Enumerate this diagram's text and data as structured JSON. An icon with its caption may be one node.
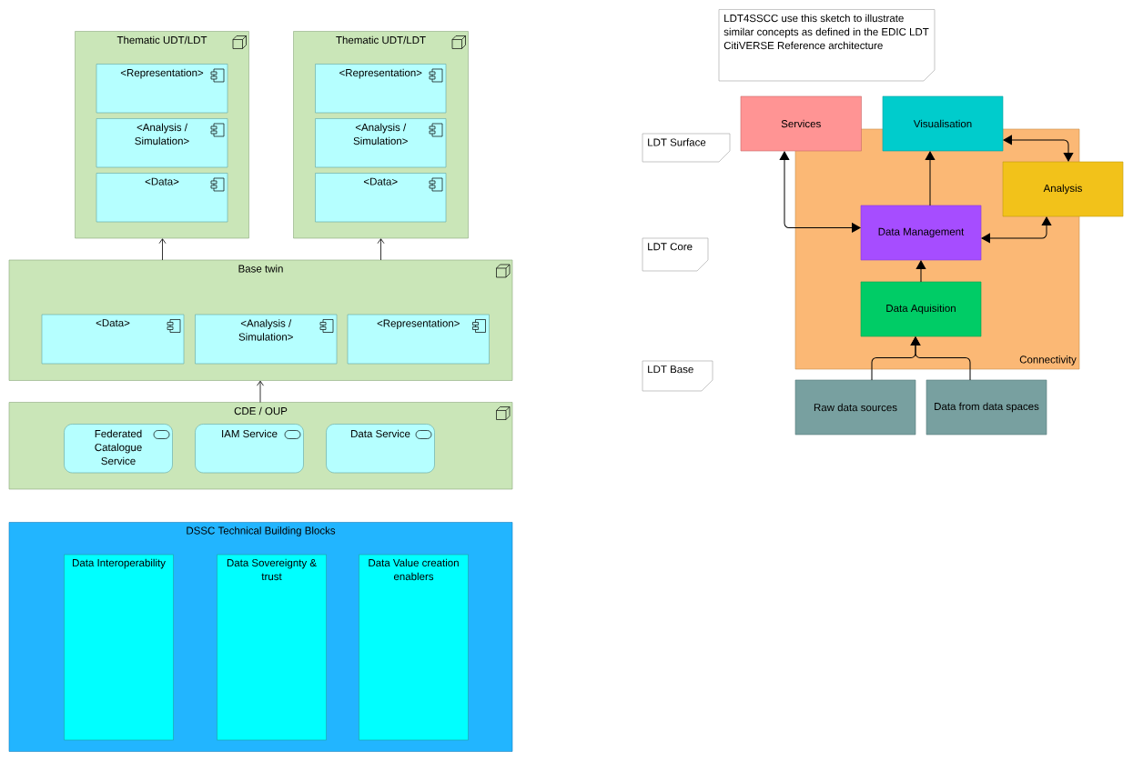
{
  "diagram": {
    "nodes": [
      {
        "text": [
          "Thematic UDT/LDT"
        ]
      },
      {
        "text": [
          "<Representation>"
        ],
        "in": 0
      },
      {
        "text": [
          "<Analysis / Simulation>"
        ],
        "in": 0
      },
      {
        "text": [
          "<Data>"
        ],
        "in": 0
      },
      {
        "text": [
          "Thematic UDT/LDT"
        ]
      },
      {
        "text": [
          "<Representation>"
        ],
        "in": 4
      },
      {
        "text": [
          "<Analysis / Simulation>"
        ],
        "in": 4
      },
      {
        "text": [
          "<Data>"
        ],
        "in": 4
      },
      {
        "text": [
          "Base twin"
        ]
      },
      {
        "text": [
          "<Data>"
        ],
        "in": 8
      },
      {
        "text": [
          "<Analysis / Simulation>"
        ],
        "in": 8
      },
      {
        "text": [
          "<Representation>"
        ],
        "in": 8
      },
      {
        "text": [
          "CDE / OUP"
        ]
      },
      {
        "text": [
          "Federated Catalogue Service"
        ],
        "in": 12
      },
      {
        "text": [
          "IAM Service"
        ],
        "in": 12
      },
      {
        "text": [
          "Data Service"
        ],
        "in": 12
      },
      {
        "text": [
          "DSSC Technical Building Blocks"
        ]
      },
      {
        "text": [
          "Data Interoperability"
        ],
        "in": 16
      },
      {
        "text": [
          "Data Sovereignty & trust"
        ],
        "in": 16
      },
      {
        "text": [
          "Data Value creation enablers"
        ],
        "in": 16
      },
      {
        "text": [
          "LDT4SSCC use this sketch to illustrate similar concepts as defined in the EDIC LDT CitiVERSE Reference architecture"
        ]
      },
      {
        "text": [
          "LDT Surface"
        ]
      },
      {
        "text": [
          "Services"
        ]
      },
      {
        "text": [
          "Visualisation"
        ]
      },
      {
        "text": [
          "Connectivity"
        ]
      },
      {
        "text": [
          "Analysis"
        ]
      },
      {
        "text": [
          "LDT Core"
        ]
      },
      {
        "text": [
          "Data Management"
        ],
        "in": 24
      },
      {
        "text": [
          "Data Aquisition"
        ],
        "in": 24
      },
      {
        "text": [
          "LDT Base"
        ]
      },
      {
        "text": [
          "Raw data sources"
        ]
      },
      {
        "text": [
          "Data from data spaces"
        ]
      }
    ],
    "edges": [
      {
        "from": 8,
        "to": 0,
        "arrow": "to"
      },
      {
        "from": 8,
        "to": 4,
        "arrow": "to"
      },
      {
        "from": 12,
        "to": 8,
        "arrow": "to"
      },
      {
        "from": 22,
        "to": 27,
        "arrow": "both"
      },
      {
        "from": 27,
        "to": 23,
        "arrow": "to"
      },
      {
        "from": 23,
        "to": 25,
        "arrow": "both"
      },
      {
        "from": 27,
        "to": 25,
        "arrow": "both"
      },
      {
        "from": 28,
        "to": 27,
        "arrow": "to"
      },
      {
        "from": 30,
        "to": 28,
        "arrow": "to"
      },
      {
        "from": 31,
        "to": 28,
        "arrow": "to"
      }
    ]
  }
}
